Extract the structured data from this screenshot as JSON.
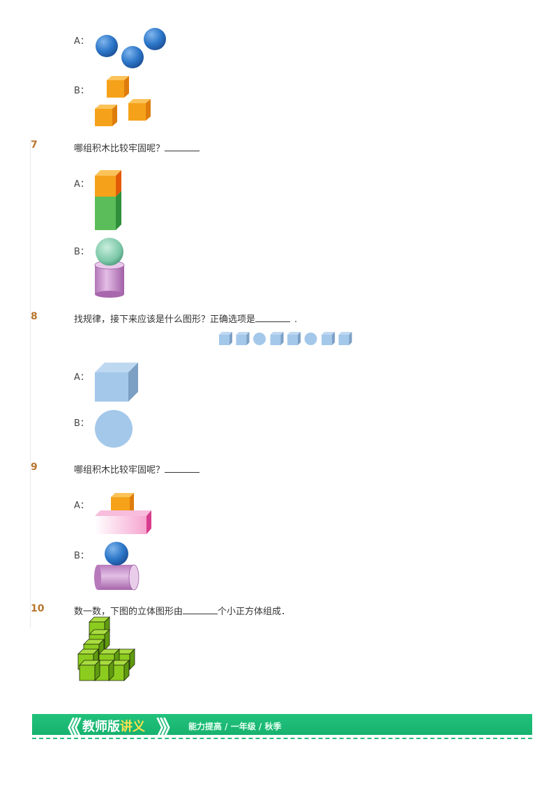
{
  "q6_options": {
    "a": "A：",
    "b": "B："
  },
  "q7": {
    "number": "7",
    "text": "哪组积木比较牢固呢？",
    "a": "A：",
    "b": "B："
  },
  "q8": {
    "number": "8",
    "text_before": "找规律，接下来应该是什么图形？正确选项是",
    "text_after": ".",
    "a": "A：",
    "b": "B：",
    "sequence": [
      "cube",
      "cube",
      "sphere",
      "cube",
      "cube",
      "sphere",
      "cube",
      "cube"
    ]
  },
  "q9": {
    "number": "9",
    "text": "哪组积木比较牢固呢？",
    "a": "A：",
    "b": "B："
  },
  "q10": {
    "number": "10",
    "text_before": "数一数，下图的立体图形由",
    "text_after": "个小正方体组成．"
  },
  "footer": {
    "brand_part1": "教师版",
    "brand_part2": "讲义",
    "subtitle": "能力提高 / 一年级 / 秋季"
  },
  "colors": {
    "accent": "#b8742a",
    "footer_green": "#1db873",
    "blue_ball": "#2c76c8",
    "orange_cube": "#f5a21a",
    "light_blue": "#a4c8ea"
  }
}
